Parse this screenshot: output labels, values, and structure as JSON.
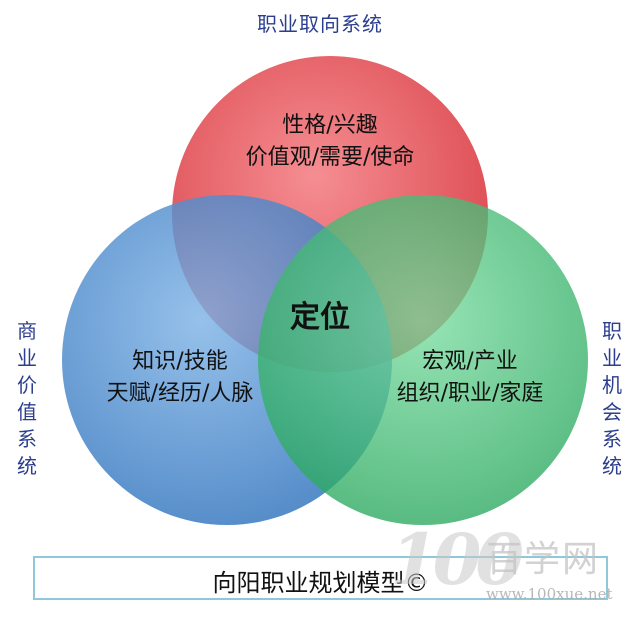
{
  "labels": {
    "top": "职业取向系统",
    "left": "商业价值系统",
    "right": "职业机会系统"
  },
  "circles": {
    "top": {
      "line1": "性格/兴趣",
      "line2": "价值观/需要/使命",
      "color": "#e5525a"
    },
    "left": {
      "line1": "知识/技能",
      "line2": "天赋/经历/人脉",
      "color": "#4a8fd2"
    },
    "right": {
      "line1": "宏观/产业",
      "line2": "组织/职业/家庭",
      "color": "#3fbf73"
    }
  },
  "center": "定位",
  "title": "向阳职业规划模型©",
  "watermark": {
    "number": "100",
    "name": "百学网",
    "url": "www.100xue.net"
  }
}
